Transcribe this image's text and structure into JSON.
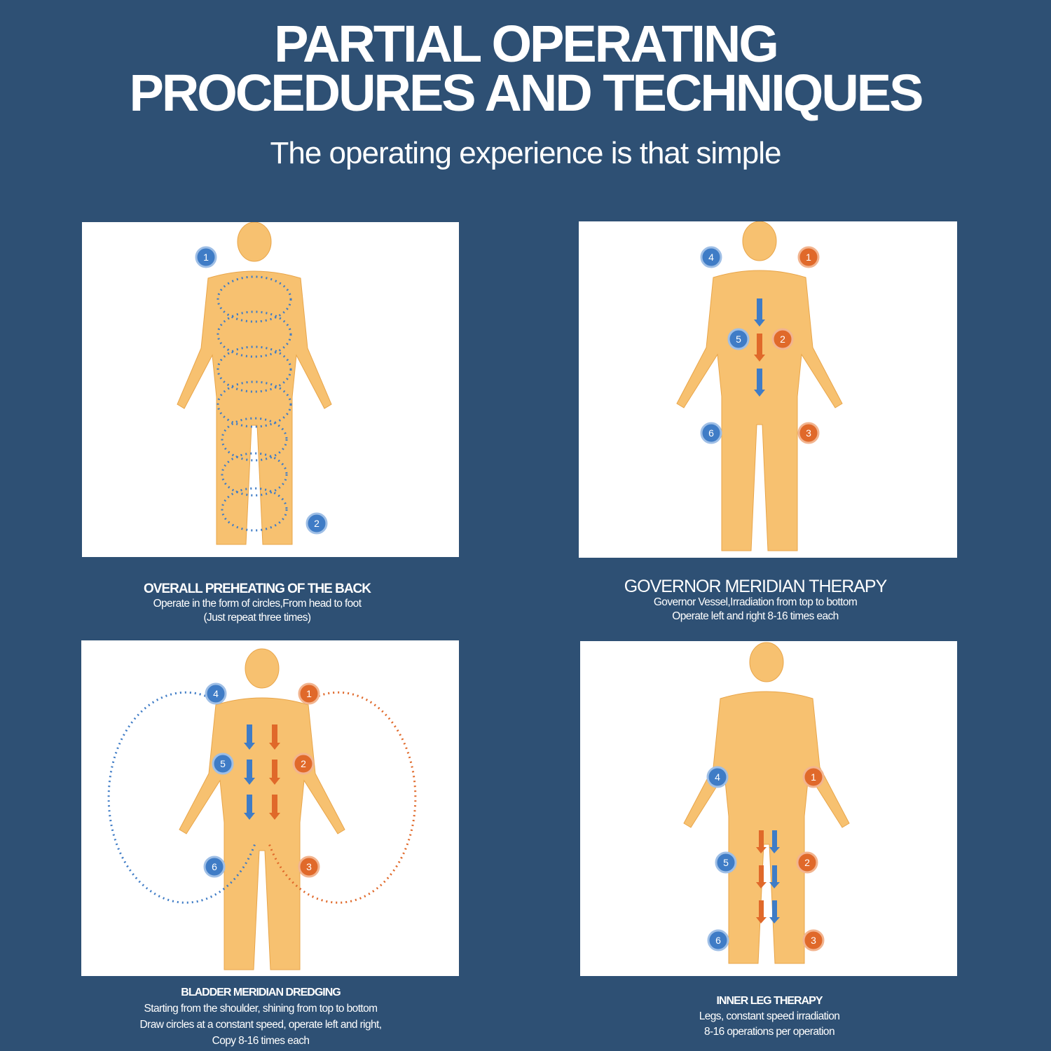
{
  "header": {
    "title_line1": "PARTIAL OPERATING",
    "title_line2": "PROCEDURES AND TECHNIQUES",
    "subtitle": "The operating experience is that simple"
  },
  "colors": {
    "background": "#2e5074",
    "blue_marker": "#3f7cc6",
    "orange_marker": "#e0692a",
    "skin": "#f7c170"
  },
  "panels": [
    {
      "markers": [
        "1",
        "2"
      ],
      "title": "OVERALL PREHEATING OF THE BACK",
      "lines": [
        "Operate in the form of circles,From head to foot",
        "(Just repeat three times)"
      ]
    },
    {
      "markers": [
        "4",
        "1",
        "5",
        "2",
        "6",
        "3"
      ],
      "title": "GOVERNOR MERIDIAN THERAPY",
      "lines": [
        "Governor Vessel,Irradiation from top to bottom",
        "Operate left and right 8-16 times each"
      ]
    },
    {
      "markers": [
        "4",
        "1",
        "5",
        "2",
        "6",
        "3"
      ],
      "title": "BLADDER MERIDIAN DREDGING",
      "lines": [
        "Starting from the shoulder, shining from top to bottom",
        "Draw circles at a constant speed, operate left and right,",
        "Copy 8-16 times each"
      ]
    },
    {
      "markers": [
        "4",
        "1",
        "5",
        "2",
        "6",
        "3"
      ],
      "title": "INNER LEG THERAPY",
      "lines": [
        "Legs, constant speed irradiation",
        "8-16 operations per operation"
      ]
    }
  ]
}
